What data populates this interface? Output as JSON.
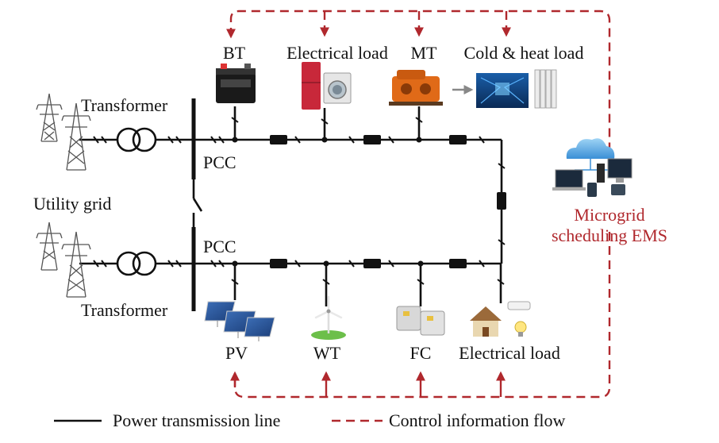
{
  "colors": {
    "power_line": "#111111",
    "control_flow": "#b0282d",
    "ems_text": "#b0282d"
  },
  "top_components": {
    "bt": "BT",
    "electrical_load": "Electrical load",
    "mt": "MT",
    "cold_heat_load": "Cold & heat load"
  },
  "bottom_components": {
    "pv": "PV",
    "wt": "WT",
    "fc": "FC",
    "electrical_load": "Electrical load"
  },
  "grid": {
    "utility_grid": "Utility grid",
    "transformer_top": "Transformer",
    "transformer_bottom": "Transformer",
    "pcc_top": "PCC",
    "pcc_bottom": "PCC"
  },
  "ems": {
    "line1": "Microgrid",
    "line2": "scheduling EMS"
  },
  "legend": {
    "power_line": "Power transmission line",
    "control_flow": "Control information flow"
  },
  "icons": {
    "pylons": "transmission-tower-icon",
    "transformer": "transformer-icon",
    "bt": "battery-icon",
    "electrical_load_top": "appliances-icon",
    "mt": "microturbine-icon",
    "cold_heat": "server-room-radiator-icon",
    "pv": "solar-panel-icon",
    "wt": "wind-turbine-icon",
    "fc": "fuel-cell-icon",
    "electrical_load_bottom": "house-load-icon",
    "ems": "computer-network-cloud-icon"
  }
}
